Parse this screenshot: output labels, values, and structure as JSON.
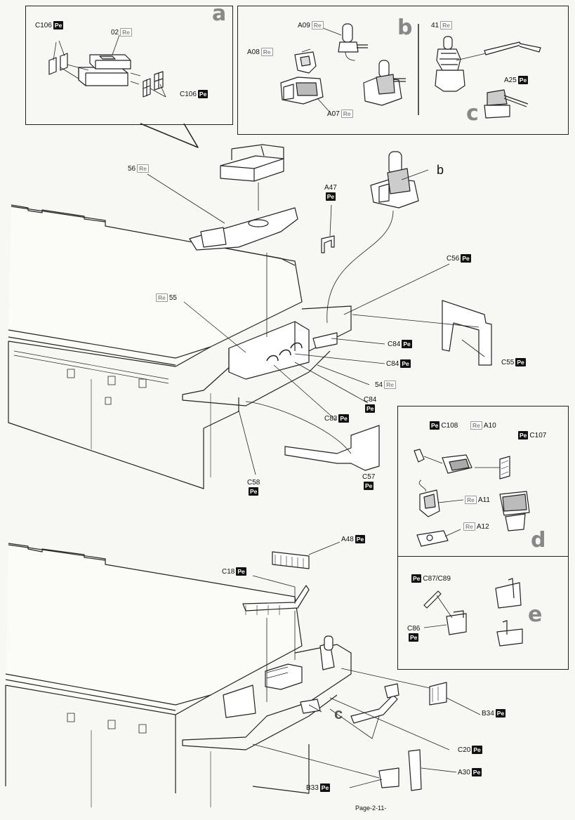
{
  "page": {
    "number": "Page-2-11-"
  },
  "panels": {
    "a": {
      "letter": "a",
      "labels": [
        {
          "code": "C106",
          "badge": "Pe"
        },
        {
          "code": "02",
          "badge": "Re"
        },
        {
          "code": "C106",
          "badge": "Pe"
        }
      ]
    },
    "b": {
      "letter": "b",
      "labels": [
        {
          "code": "A09",
          "badge": "Re"
        },
        {
          "code": "A08",
          "badge": "Re"
        },
        {
          "code": "A07",
          "badge": "Re"
        }
      ]
    },
    "c": {
      "letter": "c",
      "labels": [
        {
          "code": "41",
          "badge": "Re"
        },
        {
          "code": "A25",
          "badge": "Pe"
        }
      ]
    },
    "d": {
      "letter": "d",
      "labels": [
        {
          "code": "C108",
          "badge": "Pe"
        },
        {
          "code": "A10",
          "badge": "Re"
        },
        {
          "code": "C107",
          "badge": "Pe"
        },
        {
          "code": "A11",
          "badge": "Re"
        },
        {
          "code": "A12",
          "badge": "Re"
        }
      ]
    },
    "e": {
      "letter": "e",
      "labels": [
        {
          "code": "C87/C89",
          "badge": "Pe"
        },
        {
          "code": "C86",
          "badge": "Pe"
        }
      ]
    }
  },
  "main_top": {
    "callout_b": "b",
    "labels": [
      {
        "code": "56",
        "badge": "Re"
      },
      {
        "code": "A47",
        "badge": "Pe"
      },
      {
        "code": "C56",
        "badge": "Pe"
      },
      {
        "code": "55",
        "badge": "Re"
      },
      {
        "code": "C84",
        "badge": "Pe"
      },
      {
        "code": "C84",
        "badge": "Pe"
      },
      {
        "code": "54",
        "badge": "Re"
      },
      {
        "code": "C84",
        "badge": "Pe"
      },
      {
        "code": "C55",
        "badge": "Pe"
      },
      {
        "code": "C83",
        "badge": "Pe"
      },
      {
        "code": "C58",
        "badge": "Pe"
      },
      {
        "code": "C57",
        "badge": "Pe"
      }
    ]
  },
  "main_bottom": {
    "callout_c": "c",
    "labels": [
      {
        "code": "A48",
        "badge": "Pe"
      },
      {
        "code": "C18",
        "badge": "Pe"
      },
      {
        "code": "B34",
        "badge": "Pe"
      },
      {
        "code": "C20",
        "badge": "Pe"
      },
      {
        "code": "A30",
        "badge": "Pe"
      },
      {
        "code": "B33",
        "badge": "Pe"
      }
    ]
  }
}
